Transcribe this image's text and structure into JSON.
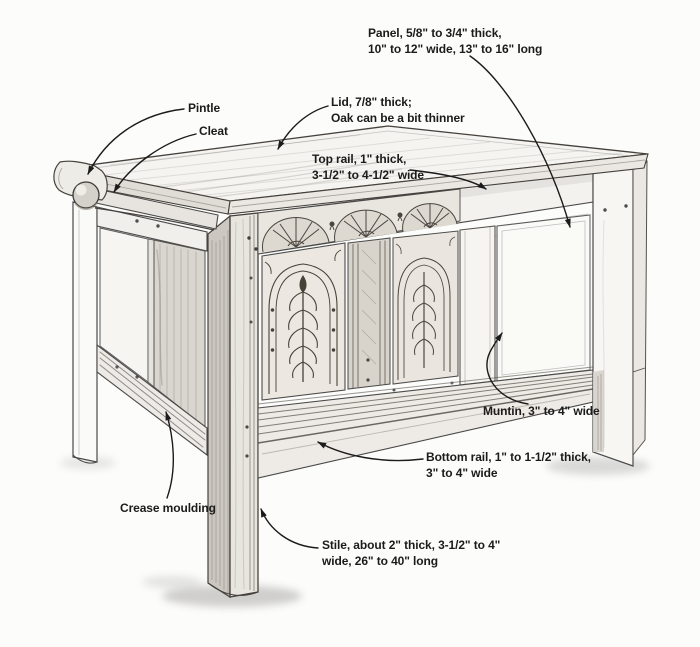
{
  "illustration": {
    "subject": "carved chest construction diagram",
    "colors": {
      "paper": "#fcfcfb",
      "ink": "#1b1b1b",
      "outline": "#3f3f3f",
      "wood_light": "#f0eeea",
      "wood_mid": "#ddd9d3",
      "wood_dark": "#c9c4bd",
      "shadow": "#8a8a8a"
    }
  },
  "labels": {
    "panel": {
      "text": "Panel, 5/8\" to 3/4\" thick,\n10\" to 12\" wide, 13\" to 16\" long"
    },
    "pintle": {
      "text": "Pintle"
    },
    "cleat": {
      "text": "Cleat"
    },
    "lid": {
      "text": "Lid, 7/8\" thick;\nOak can be a bit thinner"
    },
    "top_rail": {
      "text": "Top rail, 1\" thick,\n3-1/2\" to 4-1/2\" wide"
    },
    "muntin": {
      "text": "Muntin, 3\" to 4\" wide"
    },
    "bottom_rail": {
      "text": "Bottom rail, 1\" to 1-1/2\" thick,\n3\" to 4\" wide"
    },
    "crease_moulding": {
      "text": "Crease moulding"
    },
    "stile": {
      "text": "Stile, about 2\" thick, 3-1/2\" to 4\"\nwide, 26\" to 40\" long"
    }
  }
}
